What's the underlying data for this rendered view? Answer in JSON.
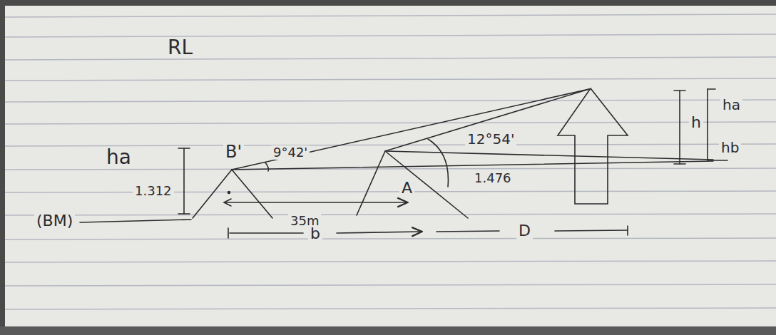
{
  "diagram": {
    "labels": [
      "RL",
      "ha",
      "1.312",
      "(BM)",
      "B'",
      "9°42'",
      "A",
      "35m",
      "12°54'",
      "1.476",
      "b",
      "D",
      "h",
      "ha",
      "hb"
    ]
  }
}
